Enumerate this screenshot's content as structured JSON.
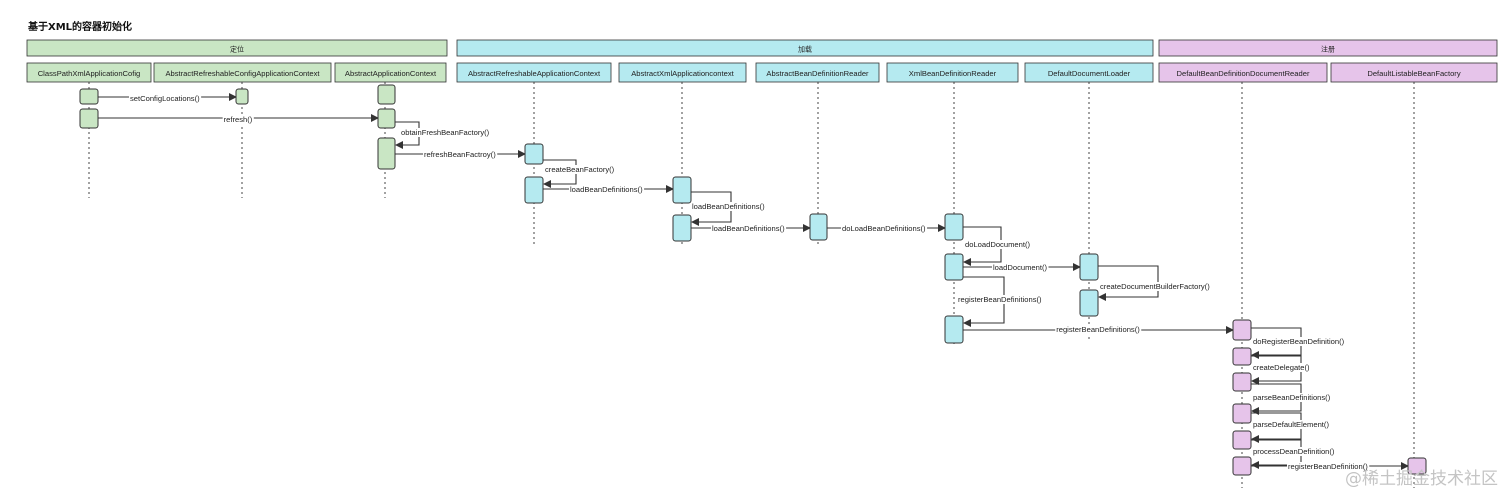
{
  "title": "基于XML的容器初始化",
  "watermark": "@稀土掘金技术社区",
  "colors": {
    "green": "#c9e6c4",
    "cyan": "#b5eaf0",
    "purple": "#e6c4ea",
    "stroke": "#333333"
  },
  "groups": [
    {
      "label": "定位",
      "color": "green"
    },
    {
      "label": "加载",
      "color": "cyan"
    },
    {
      "label": "注册",
      "color": "purple"
    }
  ],
  "participants": [
    {
      "label": "ClassPathXmlApplicationCofig",
      "group": 0
    },
    {
      "label": "AbstractRefreshableConfigApplicationContext",
      "group": 0
    },
    {
      "label": "AbstractApplicationContext",
      "group": 0
    },
    {
      "label": "AbstractRefreshableApplicationContext",
      "group": 1
    },
    {
      "label": "AbstractXmlApplicationcontext",
      "group": 1
    },
    {
      "label": "AbstractBeanDefinitionReader",
      "group": 1
    },
    {
      "label": "XmlBeanDefinitionReader",
      "group": 1
    },
    {
      "label": "DefaultDocumentLoader",
      "group": 1
    },
    {
      "label": "DefaultBeanDefinitionDocumentReader",
      "group": 2
    },
    {
      "label": "DefaultListableBeanFactory",
      "group": 2
    }
  ],
  "messages": [
    {
      "label": "setConfigLocations()",
      "from": 0,
      "to": 1
    },
    {
      "label": "refresh()",
      "from": 0,
      "to": 2
    },
    {
      "label": "obtainFreshBeanFactory()",
      "from": 2,
      "to": 2
    },
    {
      "label": "refreshBeanFactroy()",
      "from": 2,
      "to": 3
    },
    {
      "label": "createBeanFactory()",
      "from": 3,
      "to": 3
    },
    {
      "label": "loadBeanDefinitions()",
      "from": 3,
      "to": 4
    },
    {
      "label": "loadBeanDefinitions()",
      "from": 4,
      "to": 4
    },
    {
      "label": "loadBeanDefinitions()",
      "from": 4,
      "to": 5
    },
    {
      "label": "doLoadBeanDefinitions()",
      "from": 5,
      "to": 6
    },
    {
      "label": "doLoadDocument()",
      "from": 6,
      "to": 6
    },
    {
      "label": "loadDocument()",
      "from": 6,
      "to": 7
    },
    {
      "label": "createDocumentBuilderFactory()",
      "from": 7,
      "to": 7
    },
    {
      "label": "registerBeanDefinitions()",
      "from": 6,
      "to": 6
    },
    {
      "label": "registerBeanDefinitions()",
      "from": 6,
      "to": 8
    },
    {
      "label": "doRegisterBeanDefinition()",
      "from": 8,
      "to": 8
    },
    {
      "label": "createDelegate()",
      "from": 8,
      "to": 8
    },
    {
      "label": "parseBeanDefinitions()",
      "from": 8,
      "to": 8
    },
    {
      "label": "parseDefaultElement()",
      "from": 8,
      "to": 8
    },
    {
      "label": "processDeanDefinition()",
      "from": 8,
      "to": 8
    },
    {
      "label": "registerBeanDefinition()",
      "from": 8,
      "to": 9
    }
  ]
}
